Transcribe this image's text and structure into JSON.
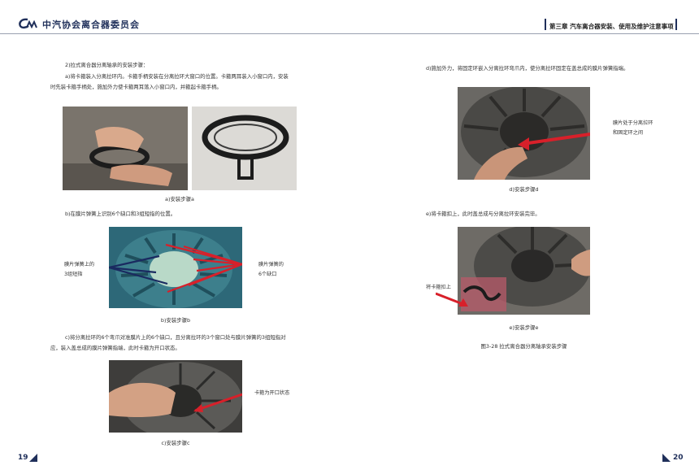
{
  "header": {
    "logo_text": "中汽协会离合器委员会",
    "chapter_title": "第三章  汽车离合器安装、使用及维护注意事项"
  },
  "left": {
    "intro_title": "2)拉式离合器分离轴承的安装步骤：",
    "step_a_line1": "a)将卡箍装入分离拉环内。卡箍手柄安装在分离拉环大窗口的位置。卡箍两耳装入小窗口内，安装",
    "step_a_line2": "时先装卡箍手柄处，施加外力使卡箍两耳落入小窗口内，并箍起卡箍手柄。",
    "caption_a": "a)安装步骤a",
    "step_b": "b)在膜片弹簧上识别6个缺口和3组短指的位置。",
    "note_b_left_1": "膜片弹簧上的",
    "note_b_left_2": "3组短指",
    "note_b_right_1": "膜片弹簧的",
    "note_b_right_2": "6个缺口",
    "caption_b": "b)安装步骤b",
    "step_c_line1": "c)将分离拉环的6个弯爪对准膜片上的6个缺口，且分离拉环的3个窗口处与膜片弹簧的3组短指对",
    "step_c_line2": "应，装入盖总成的膜片弹簧指端，此时卡箍为开口状态。",
    "note_c": "卡箍为开口状态",
    "caption_c": "c)安装步骤c",
    "page_number": "19"
  },
  "right": {
    "step_d": "d)施加外力，将固定环嵌入分离拉环弯爪内，使分离拉环固定在盖总成的膜片弹簧指端。",
    "note_d_1": "膜片处于分离拉环",
    "note_d_2": "和固定环之间",
    "caption_d": "d)安装步骤d",
    "step_e": "e)将卡箍扣上，此时盖总成与分离拉环安装完毕。",
    "note_e": "将卡箍扣上",
    "caption_e": "e)安装步骤e",
    "figure_caption": "图3-28 拉式离合器分离轴承安装步骤",
    "page_number": "20"
  },
  "colors": {
    "navy": "#1f2f5a",
    "arrow_red": "#d8202a",
    "arrow_navy": "#1a2a60"
  }
}
